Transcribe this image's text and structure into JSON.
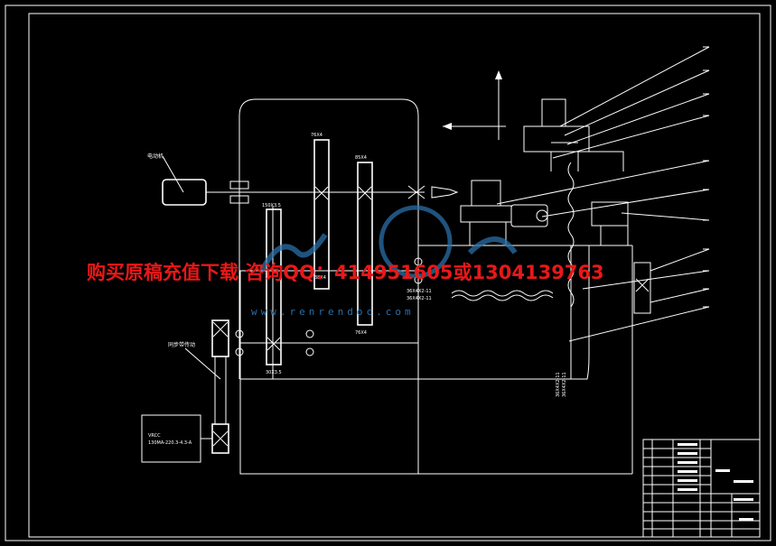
{
  "drawing": {
    "gear_labels": {
      "g1_top": "76X4",
      "g2_top": "85X4",
      "g3_top": "150X3.5",
      "g3_bottom": "30X3.5",
      "g2_bottom": "76X4",
      "g1_mid": "38X4"
    },
    "callouts": {
      "motor": "电动机",
      "belt": "同步带传动",
      "servo_box_line1": "VRCC",
      "servo_box_line2": "130MA-220.3-4.3-A"
    },
    "dims": {
      "d1": "36X4X2-11",
      "d2": "36X4X2-11",
      "d3": "36X4X2-11",
      "d4": "36X4X2-11"
    }
  },
  "watermark": {
    "text": "购买原稿充值下载  咨询QQ：414951605或1304139763",
    "url": "www.renrendoc.com"
  },
  "title_block": {
    "cells": [
      "",
      "",
      "",
      "",
      "",
      ""
    ]
  },
  "colors": {
    "background": "#000000",
    "lines": "#ffffff",
    "watermark_text": "#e81818",
    "watermark_logo": "#2a6fa8"
  }
}
